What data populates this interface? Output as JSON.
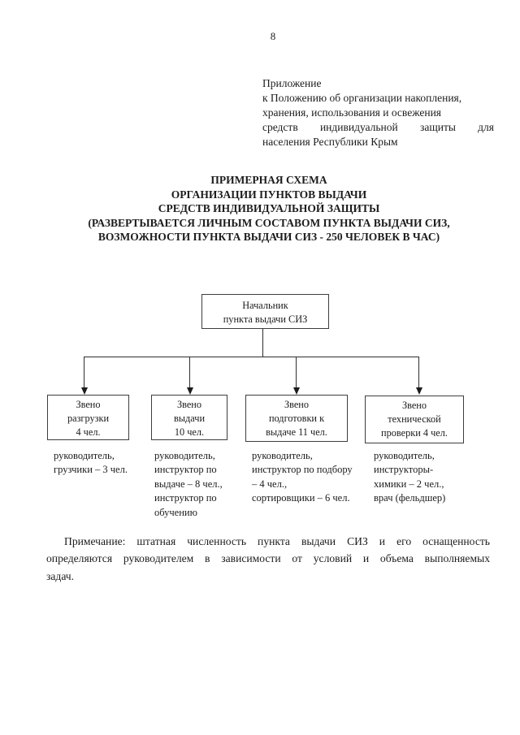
{
  "page": {
    "number": "8",
    "appendix": {
      "lines": [
        "Приложение",
        "к Положению об организации накопления,",
        "хранения, использования и освежения",
        "средств индивидуальной защиты для",
        "населения Республики Крым"
      ]
    },
    "title": {
      "lines": [
        "ПРИМЕРНАЯ СХЕМА",
        "ОРГАНИЗАЦИИ ПУНКТОВ ВЫДАЧИ",
        "СРЕДСТВ ИНДИВИДУАЛЬНОЙ ЗАЩИТЫ",
        "(РАЗВЕРТЫВАЕТСЯ ЛИЧНЫМ СОСТАВОМ ПУНКТА ВЫДАЧИ СИЗ,",
        "ВОЗМОЖНОСТИ ПУНКТА ВЫДАЧИ СИЗ - 250 ЧЕЛОВЕК В ЧАС)"
      ]
    },
    "note": {
      "lines": [
        "Примечание: штатная численность пункта выдачи СИЗ и его оснащенность",
        "определяются руководителем в зависимости от условий и объема выполняемых",
        "задач."
      ]
    }
  },
  "org_chart": {
    "root": {
      "lines": [
        "Начальник",
        "пункта выдачи СИЗ"
      ]
    },
    "units": [
      {
        "box_lines": [
          "Звено",
          "разгрузки",
          "4 чел."
        ],
        "staff_lines": [
          "руководитель,",
          "грузчики – 3 чел."
        ]
      },
      {
        "box_lines": [
          "Звено",
          "выдачи",
          "10 чел."
        ],
        "staff_lines": [
          "руководитель,",
          "инструктор по",
          "выдаче – 8 чел.,",
          "инструктор по",
          "обучению"
        ]
      },
      {
        "box_lines": [
          "Звено",
          "подготовки к",
          "выдаче 11 чел."
        ],
        "staff_lines": [
          "руководитель,",
          "инструктор по подбору",
          "– 4 чел.,",
          "сортировщики – 6 чел."
        ]
      },
      {
        "box_lines": [
          "Звено",
          "технической",
          "проверки 4 чел."
        ],
        "staff_lines": [
          "руководитель,",
          "инструкторы-",
          "химики – 2 чел.,",
          "врач (фельдшер)"
        ]
      }
    ]
  },
  "colors": {
    "background": "#ffffff",
    "text": "#1c1c1c",
    "line": "#2e2e2e"
  }
}
